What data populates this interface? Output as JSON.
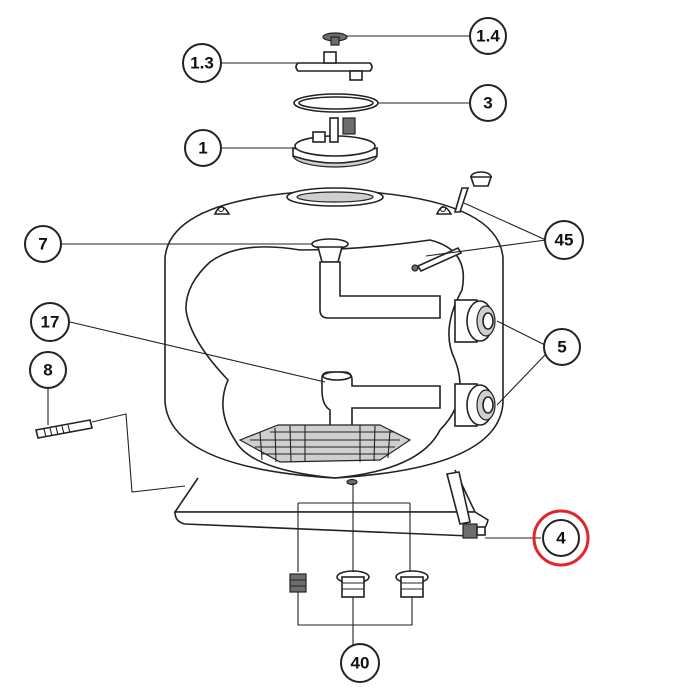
{
  "callouts": {
    "c1_4": "1.4",
    "c1_3": "1.3",
    "c3": "3",
    "c1": "1",
    "c45": "45",
    "c7": "7",
    "c5": "5",
    "c17": "17",
    "c8": "8",
    "c4": "4",
    "c40": "40"
  },
  "colors": {
    "highlight": "#e0262a",
    "line": "#222222",
    "shade": "#cfcfcf"
  }
}
